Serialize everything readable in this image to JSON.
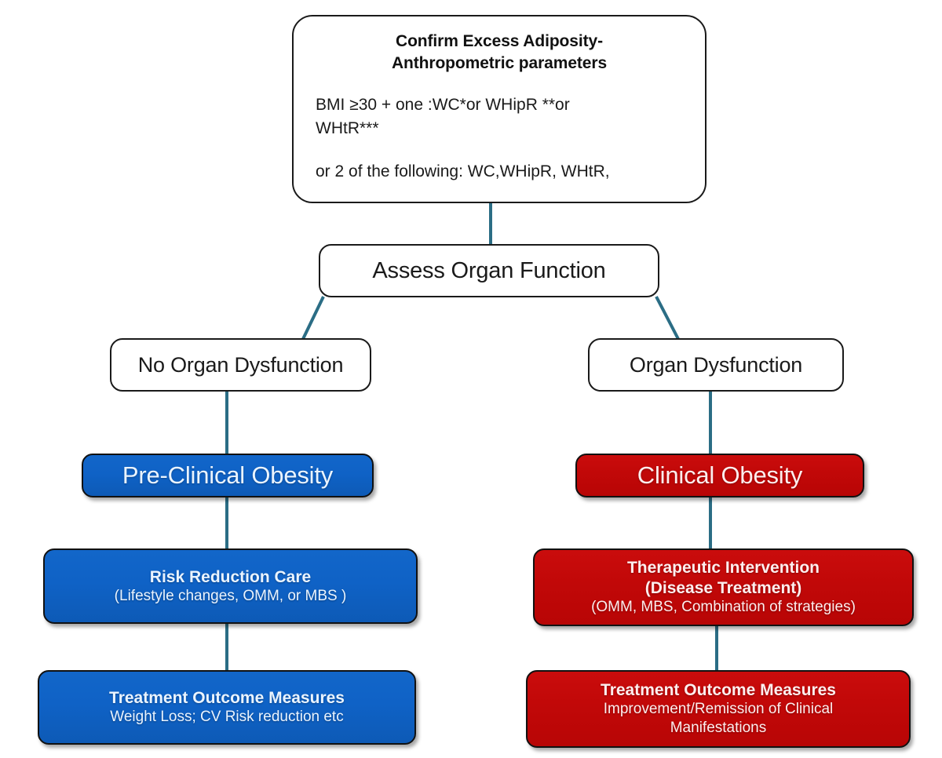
{
  "diagram": {
    "title_text": "Confirm Excess Adiposity-Anthropometric parameters",
    "accent_line_color": "#2b6d85",
    "blue_color": "#0f62c6",
    "red_color": "#c10808",
    "outline_color": "#1a1a1a"
  },
  "nodes": {
    "confirm_adiposity": {
      "heading_line1": "Confirm Excess Adiposity-",
      "heading_line2": "Anthropometric parameters",
      "criteria_line1": "BMI ≥30 + one :WC*or WHipR **or",
      "criteria_line2": "WHtR***",
      "criteria_line3": "or 2 of the following: WC,WHipR, WHtR,"
    },
    "assess_organ_function": {
      "label": "Assess Organ Function"
    },
    "no_organ_dysfunction": {
      "label": "No Organ Dysfunction"
    },
    "organ_dysfunction": {
      "label": "Organ Dysfunction"
    },
    "pre_clinical_obesity": {
      "label": "Pre-Clinical Obesity"
    },
    "clinical_obesity": {
      "label": "Clinical Obesity"
    },
    "risk_reduction_care": {
      "title": "Risk Reduction Care",
      "subtitle": "(Lifestyle changes, OMM, or MBS )"
    },
    "therapeutic_intervention": {
      "title_line1": "Therapeutic Intervention",
      "title_line2": "(Disease Treatment)",
      "subtitle": "(OMM, MBS, Combination of strategies)"
    },
    "outcome_measures_left": {
      "title": "Treatment Outcome Measures",
      "subtitle": "Weight Loss; CV Risk reduction etc"
    },
    "outcome_measures_right": {
      "title": "Treatment Outcome Measures",
      "subtitle_line1": "Improvement/Remission of Clinical",
      "subtitle_line2": "Manifestations"
    }
  }
}
